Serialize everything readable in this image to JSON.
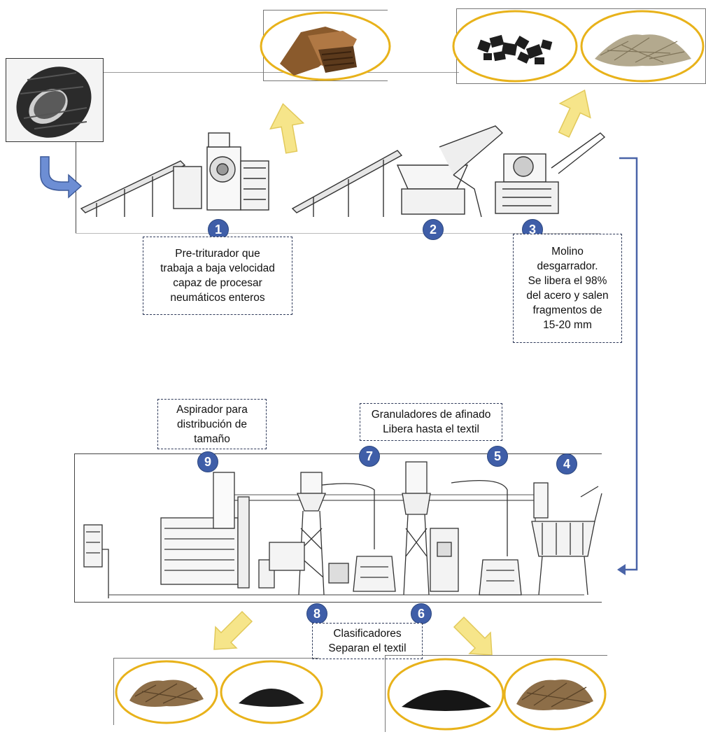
{
  "steps": [
    "1",
    "2",
    "3",
    "4",
    "5",
    "6",
    "7",
    "8",
    "9"
  ],
  "notes": {
    "pre_shredder": [
      "Pre-triturador que",
      "trabaja a baja velocidad",
      "capaz de procesar",
      "neumáticos enteros"
    ],
    "grinder": [
      "Molino",
      "desgarrador.",
      "Se libera el 98%",
      "del acero y salen",
      "fragmentos de",
      "15-20 mm"
    ],
    "aspirator": [
      "Aspirador para",
      "distribución de",
      "tamaño"
    ],
    "granulators": [
      "Granuladores de afinado",
      "Libera hasta el textil"
    ],
    "classifiers": [
      "Clasificadores",
      "Separan el textil"
    ]
  },
  "colors": {
    "badge": "#3f5ea8",
    "arrow_yellow": "#f6e58a",
    "ellipse_gold": "#e8b21a",
    "flow_blue": "#4a64a8",
    "curved_arrow": "#5b7ec8"
  }
}
